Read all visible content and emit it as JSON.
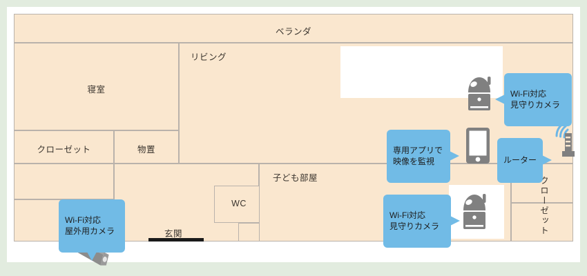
{
  "colors": {
    "page_background": "#e2ecdf",
    "card_background": "#ffffff",
    "room_fill": "#fae7cf",
    "room_border": "#b9b2ab",
    "callout_blue": "#71bbe6",
    "device_gray": "#808080",
    "wifi_blue": "#6cb6e6",
    "entrance_line": "#1a1a1a",
    "text": "#3a342e"
  },
  "rooms": [
    {
      "id": "veranda",
      "label": "ベランダ",
      "orientation": "horizontal"
    },
    {
      "id": "bedroom",
      "label": "寝室",
      "orientation": "horizontal"
    },
    {
      "id": "living",
      "label": "リビング",
      "orientation": "horizontal"
    },
    {
      "id": "closet-left",
      "label": "クローゼット",
      "orientation": "horizontal"
    },
    {
      "id": "storage",
      "label": "物置",
      "orientation": "horizontal"
    },
    {
      "id": "wc",
      "label": "WC",
      "orientation": "horizontal"
    },
    {
      "id": "entrance",
      "label": "玄関",
      "orientation": "horizontal"
    },
    {
      "id": "kids-room",
      "label": "子ども部屋",
      "orientation": "horizontal"
    },
    {
      "id": "closet-right",
      "label": "クローゼット",
      "orientation": "vertical"
    }
  ],
  "callouts": [
    {
      "id": "living-camera",
      "text": "Wi-Fi対応\n見守りカメラ"
    },
    {
      "id": "app-monitor",
      "text": "専用アプリで\n映像を監視"
    },
    {
      "id": "router",
      "text": "ルーター"
    },
    {
      "id": "outdoor-camera",
      "text": "Wi-Fi対応\n屋外用カメラ"
    },
    {
      "id": "kids-camera",
      "text": "Wi-Fi対応\n見守りカメラ"
    }
  ],
  "devices": [
    {
      "id": "living-camera-icon",
      "icon": "dome-camera-icon"
    },
    {
      "id": "kids-camera-icon",
      "icon": "dome-camera-icon"
    },
    {
      "id": "smartphone-icon",
      "icon": "smartphone-icon"
    },
    {
      "id": "router-icon",
      "icon": "wifi-router-icon"
    },
    {
      "id": "outdoor-camera-icon",
      "icon": "bullet-camera-icon"
    }
  ]
}
